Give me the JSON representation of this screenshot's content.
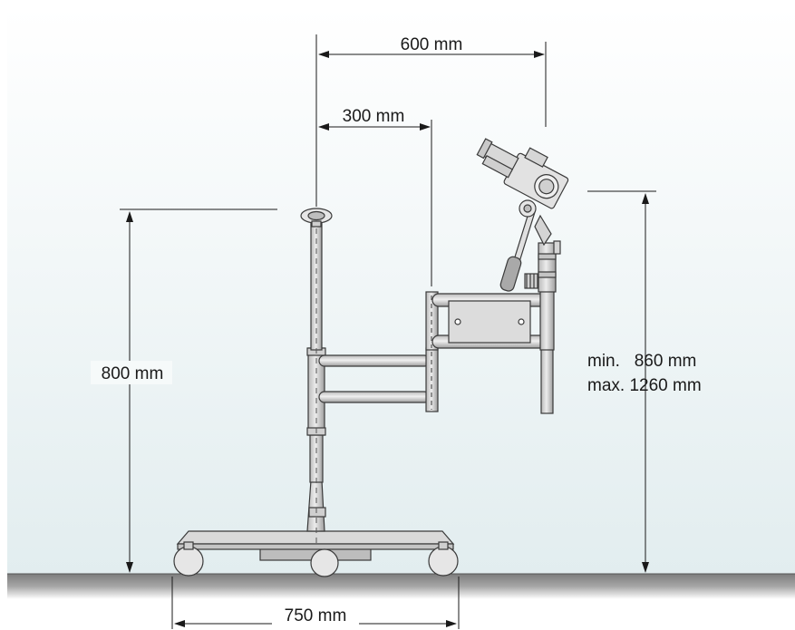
{
  "dimensions": {
    "reach_max": "600 mm",
    "reach_inner": "300 mm",
    "column_height": "800 mm",
    "eyepiece_height_min": "min.   860 mm",
    "eyepiece_height_max": "max. 1260 mm",
    "base_width": "750 mm"
  },
  "colors": {
    "background_top": "#ffffff",
    "background_bottom": "#e3eef0",
    "floor": "#8c8c8c",
    "metal": "#d4d4d4",
    "outline": "#3a3a3a",
    "dimension_line": "#1a1a1a"
  }
}
